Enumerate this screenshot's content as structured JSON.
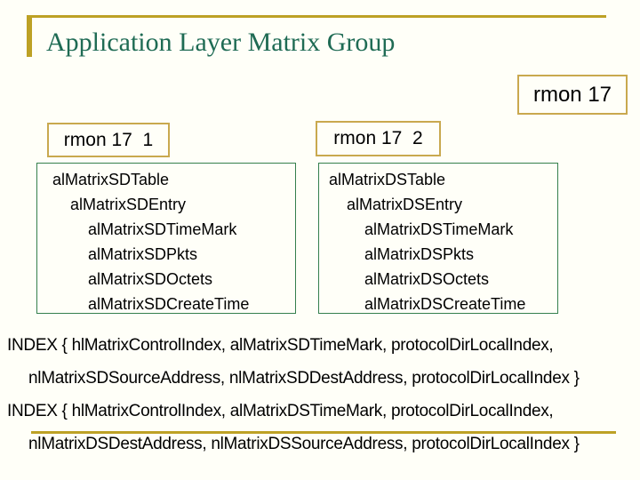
{
  "slide": {
    "title": "Application Layer Matrix Group",
    "top_right_badge": "rmon 17",
    "colors": {
      "accent_gold": "#BDA125",
      "badge_border_gold": "#C9A94F",
      "title_green": "#1F6B54",
      "box_border_green": "#35804D",
      "background": "#FFFFF8",
      "text": "#000000"
    }
  },
  "columns": [
    {
      "badge": "rmon 17  1",
      "tree": [
        {
          "label": "alMatrixSDTable",
          "depth": 0
        },
        {
          "label": "alMatrixSDEntry",
          "depth": 1
        },
        {
          "label": "alMatrixSDTimeMark",
          "depth": 2
        },
        {
          "label": "alMatrixSDPkts",
          "depth": 2
        },
        {
          "label": "alMatrixSDOctets",
          "depth": 2
        },
        {
          "label": "alMatrixSDCreateTime",
          "depth": 2
        }
      ]
    },
    {
      "badge": "rmon 17  2",
      "tree": [
        {
          "label": "alMatrixDSTable",
          "depth": 0
        },
        {
          "label": "alMatrixDSEntry",
          "depth": 1
        },
        {
          "label": "alMatrixDSTimeMark",
          "depth": 2
        },
        {
          "label": "alMatrixDSPkts",
          "depth": 2
        },
        {
          "label": "alMatrixDSOctets",
          "depth": 2
        },
        {
          "label": "alMatrixDSCreateTime",
          "depth": 2
        }
      ]
    }
  ],
  "index_lines": [
    {
      "text": "INDEX { hlMatrixControlIndex, alMatrixSDTimeMark, protocolDirLocalIndex,",
      "indent": 0
    },
    {
      "text": "nlMatrixSDSourceAddress, nlMatrixSDDestAddress, protocolDirLocalIndex }",
      "indent": 1
    },
    {
      "text": "INDEX { hlMatrixControlIndex, alMatrixDSTimeMark, protocolDirLocalIndex,",
      "indent": 0
    },
    {
      "text": "nlMatrixDSDestAddress, nlMatrixDSSourceAddress, protocolDirLocalIndex }",
      "indent": 1
    }
  ]
}
